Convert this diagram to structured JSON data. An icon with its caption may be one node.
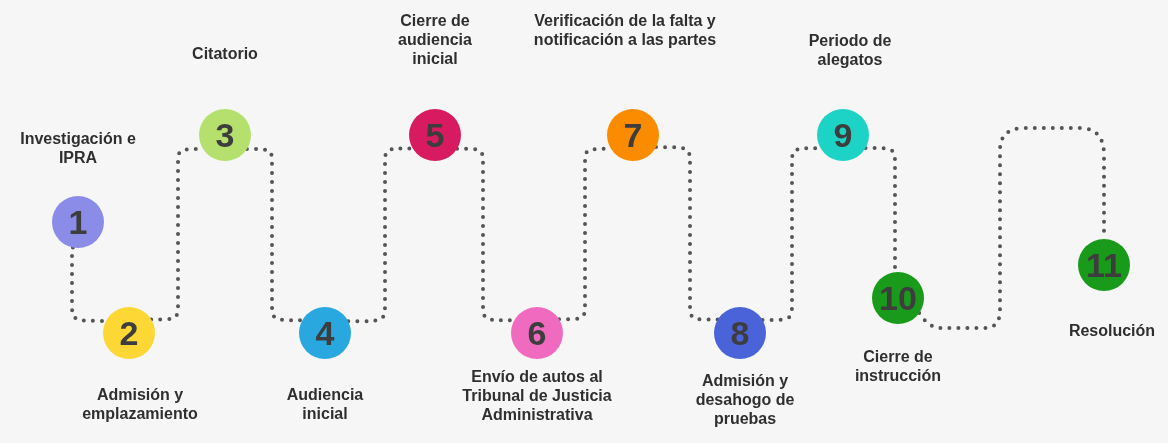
{
  "diagram": {
    "nodes": [
      {
        "text": [
          "1"
        ],
        "beside": [
          "Investigación e IPRA"
        ]
      },
      {
        "text": [
          "2"
        ],
        "beside": [
          "Admisión y emplazamiento"
        ]
      },
      {
        "text": [
          "3"
        ],
        "beside": [
          "Citatorio"
        ]
      },
      {
        "text": [
          "4"
        ],
        "beside": [
          "Audiencia inicial"
        ]
      },
      {
        "text": [
          "5"
        ],
        "beside": [
          "Cierre de audiencia inicial"
        ]
      },
      {
        "text": [
          "6"
        ],
        "beside": [
          "Envío de autos al Tribunal de Justicia Administrativa"
        ]
      },
      {
        "text": [
          "7"
        ],
        "beside": [
          "Verificación de la falta y notificación a las partes"
        ]
      },
      {
        "text": [
          "8"
        ],
        "beside": [
          "Admisión y desahogo de pruebas"
        ]
      },
      {
        "text": [
          "9"
        ],
        "beside": [
          "Periodo de alegatos"
        ]
      },
      {
        "text": [
          "10"
        ],
        "beside": [
          "Cierre de instrucción"
        ]
      },
      {
        "text": [
          "11"
        ],
        "beside": [
          "Resolución"
        ]
      }
    ],
    "edges": [
      {
        "from": 0,
        "to": 1,
        "arrow": "none"
      },
      {
        "from": 1,
        "to": 2,
        "arrow": "none"
      },
      {
        "from": 2,
        "to": 3,
        "arrow": "none"
      },
      {
        "from": 3,
        "to": 4,
        "arrow": "none"
      },
      {
        "from": 4,
        "to": 5,
        "arrow": "none"
      },
      {
        "from": 5,
        "to": 6,
        "arrow": "none"
      },
      {
        "from": 6,
        "to": 7,
        "arrow": "none"
      },
      {
        "from": 7,
        "to": 8,
        "arrow": "none"
      },
      {
        "from": 8,
        "to": 9,
        "arrow": "none"
      },
      {
        "from": 9,
        "to": 10,
        "arrow": "none"
      }
    ]
  }
}
